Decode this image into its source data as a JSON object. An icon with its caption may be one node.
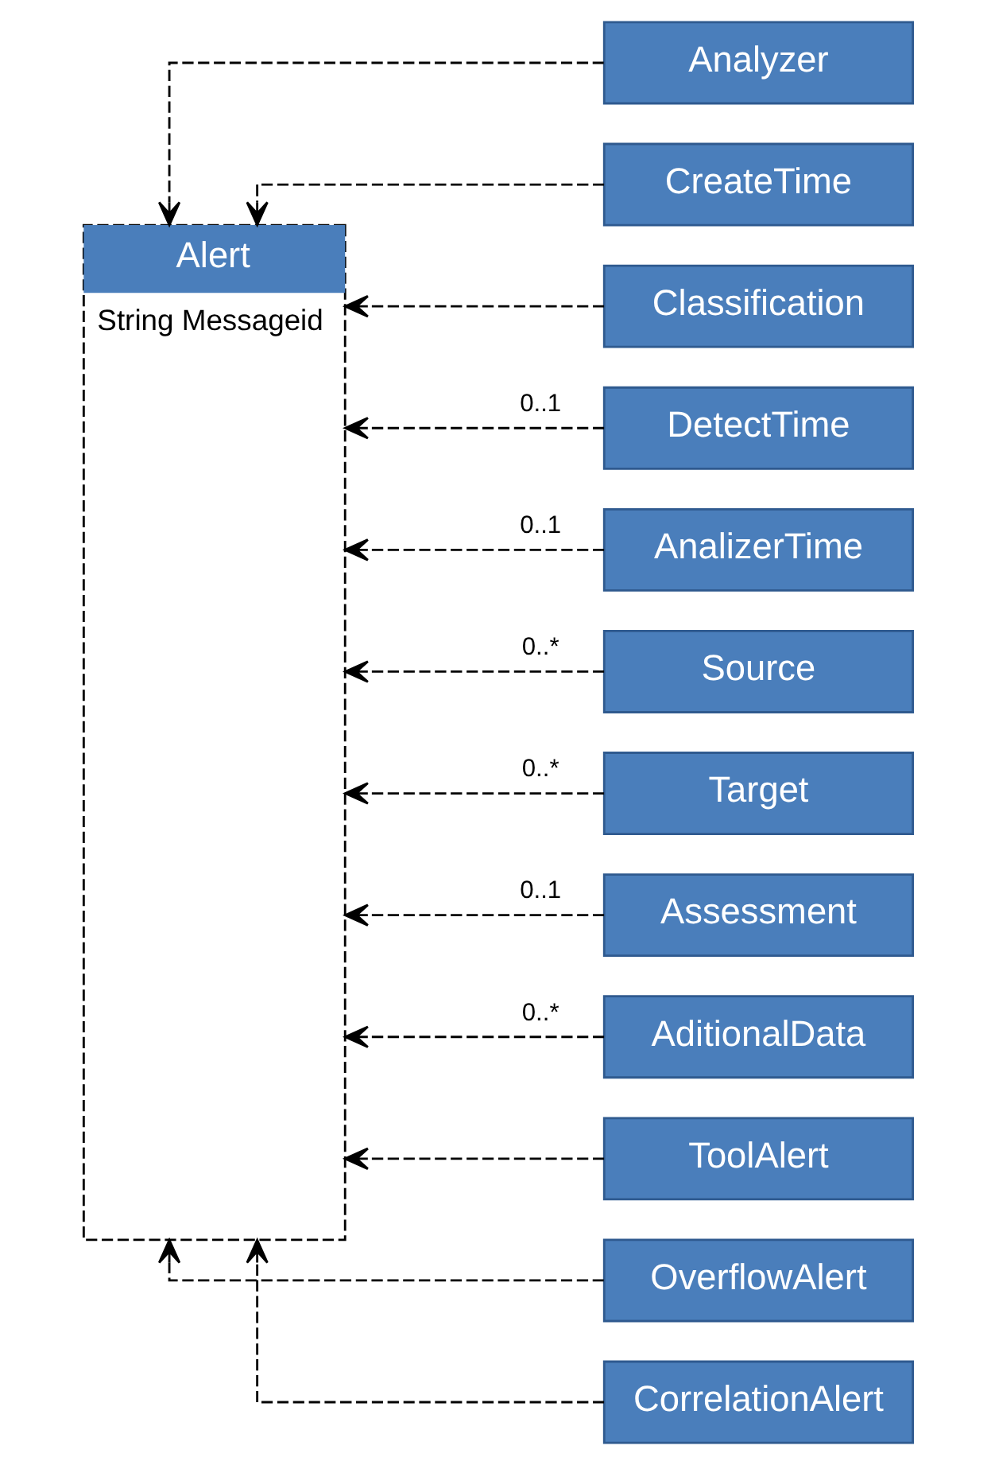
{
  "diagram": {
    "nodes": [
      {
        "text": [
          "Alert",
          "String Messageid"
        ]
      },
      {
        "text": [
          "Analyzer"
        ]
      },
      {
        "text": [
          "CreateTime"
        ]
      },
      {
        "text": [
          "Classification"
        ]
      },
      {
        "text": [
          "DetectTime"
        ]
      },
      {
        "text": [
          "AnalizerTime"
        ]
      },
      {
        "text": [
          "Source"
        ]
      },
      {
        "text": [
          "Target"
        ]
      },
      {
        "text": [
          "Assessment"
        ]
      },
      {
        "text": [
          "AditionalData"
        ]
      },
      {
        "text": [
          "ToolAlert"
        ]
      },
      {
        "text": [
          "OverflowAlert"
        ]
      },
      {
        "text": [
          "CorrelationAlert"
        ]
      }
    ],
    "edges": [
      {
        "from": 1,
        "to": 0,
        "arrow": "to",
        "style": "dashed"
      },
      {
        "from": 2,
        "to": 0,
        "arrow": "to",
        "style": "dashed"
      },
      {
        "from": 3,
        "to": 0,
        "arrow": "to",
        "style": "dashed"
      },
      {
        "from": 4,
        "to": 0,
        "arrow": "to",
        "style": "dashed",
        "label": "0..1"
      },
      {
        "from": 5,
        "to": 0,
        "arrow": "to",
        "style": "dashed",
        "label": "0..1"
      },
      {
        "from": 6,
        "to": 0,
        "arrow": "to",
        "style": "dashed",
        "label": "0..*"
      },
      {
        "from": 7,
        "to": 0,
        "arrow": "to",
        "style": "dashed",
        "label": "0..*"
      },
      {
        "from": 8,
        "to": 0,
        "arrow": "to",
        "style": "dashed",
        "label": "0..1"
      },
      {
        "from": 9,
        "to": 0,
        "arrow": "to",
        "style": "dashed",
        "label": "0..*"
      },
      {
        "from": 10,
        "to": 0,
        "arrow": "to",
        "style": "dashed"
      },
      {
        "from": 11,
        "to": 0,
        "arrow": "to",
        "style": "dashed"
      },
      {
        "from": 12,
        "to": 0,
        "arrow": "to",
        "style": "dashed"
      }
    ]
  }
}
